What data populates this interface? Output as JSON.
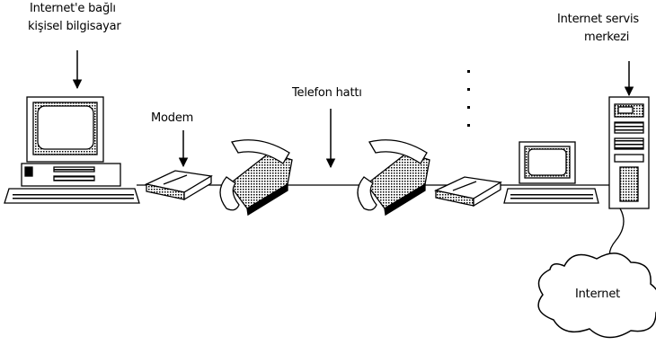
{
  "labels": {
    "pc_line1": "Internet'e bağlı",
    "pc_line2": "kişisel bilgisayar",
    "modem": "Modem",
    "phone_line": "Telefon hattı",
    "isp_line1": "Internet servis",
    "isp_line2": "merkezi",
    "internet": "Internet"
  },
  "icons": [
    "personal-computer-icon",
    "modem-icon",
    "telephone-icon",
    "telephone-icon",
    "modem-icon",
    "workstation-icon",
    "server-tower-icon",
    "cloud-icon"
  ],
  "colors": {
    "line": "#000000",
    "background": "#ffffff",
    "screen": "#ffffff"
  }
}
